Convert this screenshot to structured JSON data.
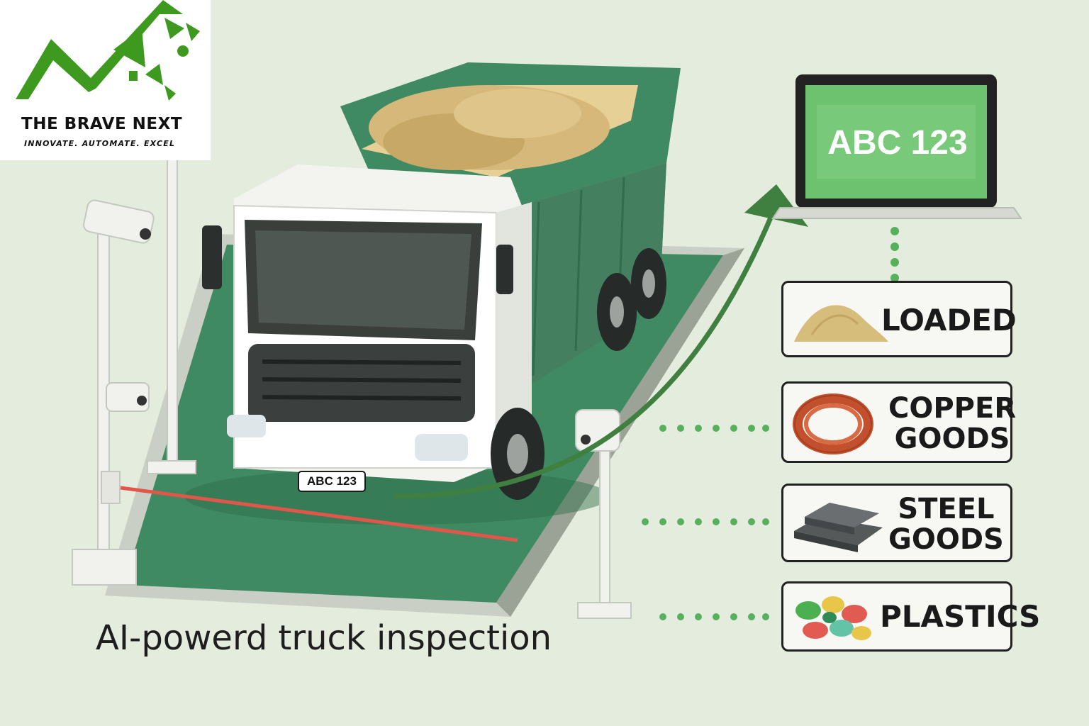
{
  "logo": {
    "title": "THE BRAVE NEXT",
    "tagline": "INNOVATE. AUTOMATE. EXCEL",
    "brand_color": "#3d9a1f"
  },
  "truck": {
    "plate": "ABC 123"
  },
  "monitor": {
    "plate_readout": "ABC 123",
    "screen_color": "#6cc26f"
  },
  "categories": [
    {
      "label": "LOADED",
      "icon": "sand-pile-icon"
    },
    {
      "label": "COPPER\nGOODS",
      "icon": "copper-coil-icon"
    },
    {
      "label": "STEEL\nGOODS",
      "icon": "steel-bars-icon"
    },
    {
      "label": "PLASTICS",
      "icon": "plastic-pieces-icon"
    }
  ],
  "caption": "AI-powerd truck inspection",
  "colors": {
    "background": "#e3ecdd",
    "truck_green": "#3f8a63",
    "laser_red": "#e0564a",
    "connector_green": "#57b05c"
  }
}
